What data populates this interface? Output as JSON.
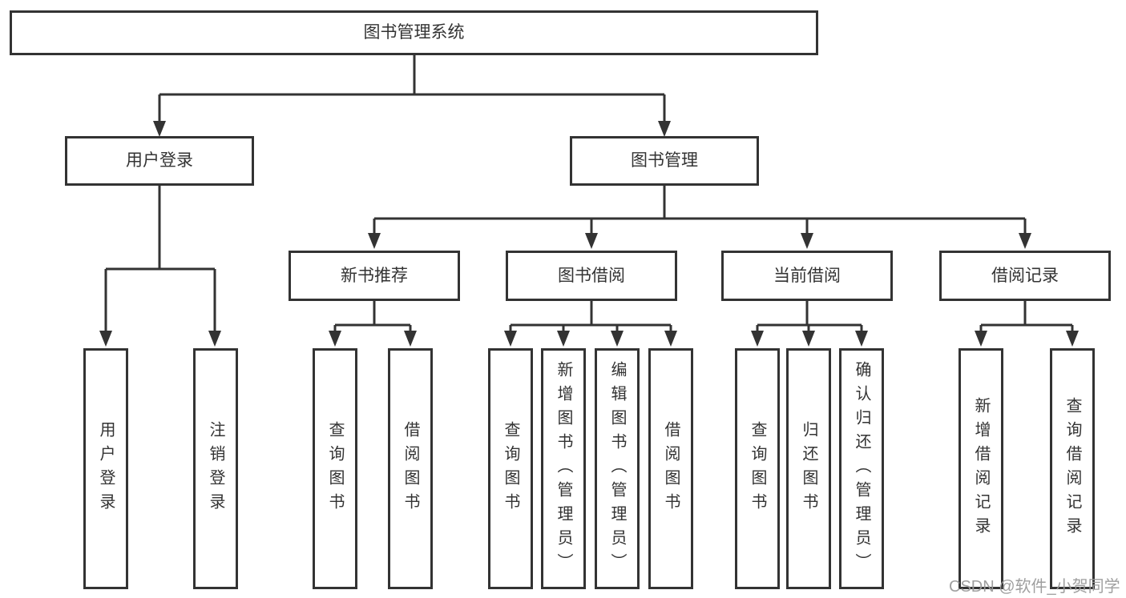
{
  "colors": {
    "line": "#333333",
    "text": "#333333",
    "background": "#ffffff",
    "watermark": "#9a9a9a"
  },
  "root": {
    "label": "图书管理系统"
  },
  "branches": [
    {
      "label": "用户登录",
      "children": [
        "用户登录",
        "注销登录"
      ]
    },
    {
      "label": "图书管理",
      "children": [
        {
          "label": "新书推荐",
          "children": [
            "查询图书",
            "借阅图书"
          ]
        },
        {
          "label": "图书借阅",
          "children": [
            "查询图书",
            "新增图书（管理员）",
            "编辑图书（管理员）",
            "借阅图书"
          ]
        },
        {
          "label": "当前借阅",
          "children": [
            "查询图书",
            "归还图书",
            "确认归还（管理员）"
          ]
        },
        {
          "label": "借阅记录",
          "children": [
            "新增借阅记录",
            "查询借阅记录"
          ]
        }
      ]
    }
  ],
  "watermark": {
    "text": "CSDN @软件_小贺同学"
  }
}
